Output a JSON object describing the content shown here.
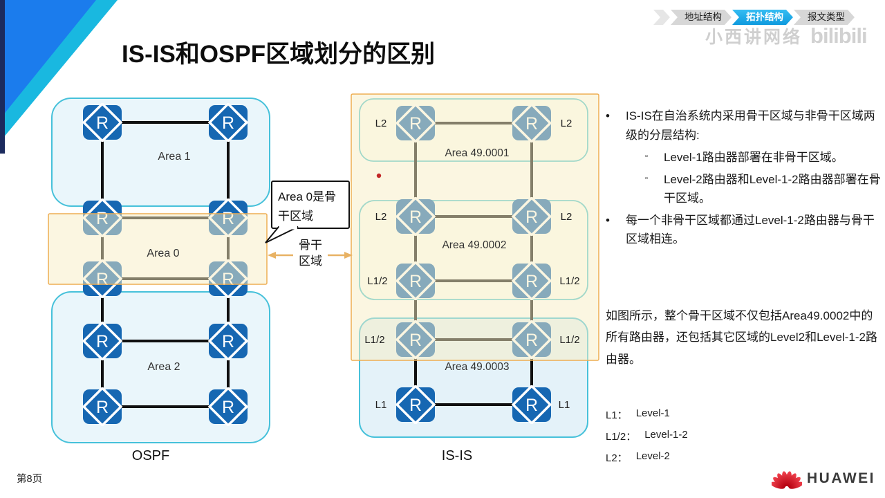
{
  "slide": {
    "title": "IS-IS和OSPF区域划分的区别",
    "page_number": "第8页"
  },
  "nav": {
    "tabs": [
      {
        "label": "地址结构",
        "active": false
      },
      {
        "label": "拓扑结构",
        "active": true
      },
      {
        "label": "报文类型",
        "active": false
      }
    ]
  },
  "watermark": {
    "channel": "小西讲网络",
    "site": "bilibili"
  },
  "diagrams": {
    "router_glyph": "R",
    "ospf": {
      "caption": "OSPF",
      "area1": "Area 1",
      "area0": "Area 0",
      "area2": "Area 2"
    },
    "isis": {
      "caption": "IS-IS",
      "area1": "Area 49.0001",
      "area2": "Area 49.0002",
      "area3": "Area 49.0003",
      "l2": "L2",
      "l12": "L1/2",
      "l1": "L1"
    },
    "callout": {
      "line1": "Area 0是骨",
      "line2": "干区域"
    },
    "backbone": {
      "line1": "骨干",
      "line2": "区域"
    }
  },
  "content": {
    "markers": {
      "bullet": "•",
      "sub": "▫"
    },
    "bullet1": "IS-IS在自治系统内采用骨干区域与非骨干区域两级的分层结构:",
    "sub1": "Level-1路由器部署在非骨干区域。",
    "sub2": "Level-2路由器和Level-1-2路由器部署在骨干区域。",
    "bullet2": "每一个非骨干区域都通过Level-1-2路由器与骨干区域相连。",
    "note": "如图所示，整个骨干区域不仅包括Area49.0002中的所有路由器，还包括其它区域的Level2和Level-1-2路由器。"
  },
  "legend": {
    "rows": [
      {
        "term": "L1：",
        "def": "Level-1"
      },
      {
        "term": "L1/2：",
        "def": "Level-1-2"
      },
      {
        "term": "L2：",
        "def": "Level-2"
      }
    ]
  },
  "logo": {
    "brand": "HUAWEI"
  },
  "colors": {
    "router-blue": "#1667b2",
    "area-cyan": "#46c1da",
    "backbone-orange": "#eead52",
    "arrow-orange": "#e8b264",
    "deco-blue": "#1b7ced",
    "deco-cyan": "#19b8e0",
    "deco-navy": "#1c2b5e",
    "huawei-red": "#e2172c"
  }
}
